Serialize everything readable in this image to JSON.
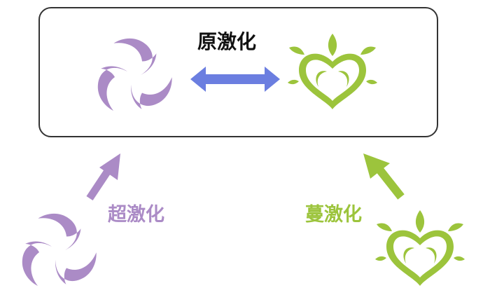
{
  "top_box": {
    "label": "原激化"
  },
  "bottom_left": {
    "label": "超激化"
  },
  "bottom_right": {
    "label": "蔓激化"
  },
  "colors": {
    "electro": "#ab8bc6",
    "dendro": "#9cc43c",
    "arrow_double": "#6b7ee0",
    "border": "#333333"
  }
}
